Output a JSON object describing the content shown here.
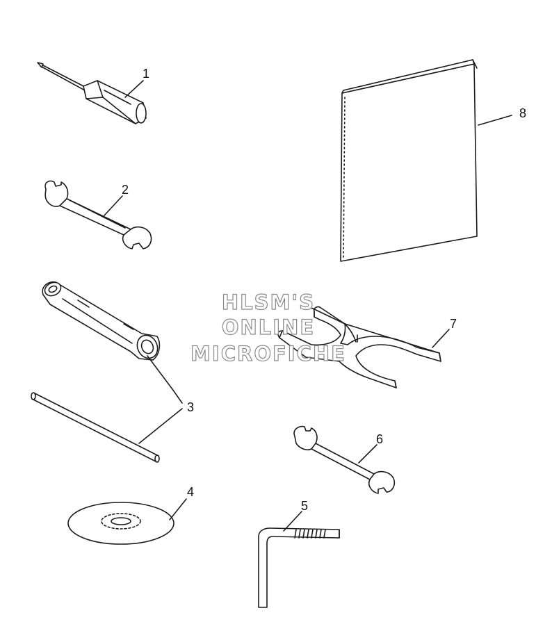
{
  "watermark": {
    "line1": "HLSM'S",
    "line2": "ONLINE",
    "line3": "MICROFICHE"
  },
  "callouts": {
    "c1": "1",
    "c2": "2",
    "c3": "3",
    "c4": "4",
    "c5": "5",
    "c6": "6",
    "c7": "7",
    "c8": "8"
  },
  "colors": {
    "ink": "#1a1a1a",
    "paper": "#ffffff",
    "watermark_outline": "#8a8a8a"
  }
}
